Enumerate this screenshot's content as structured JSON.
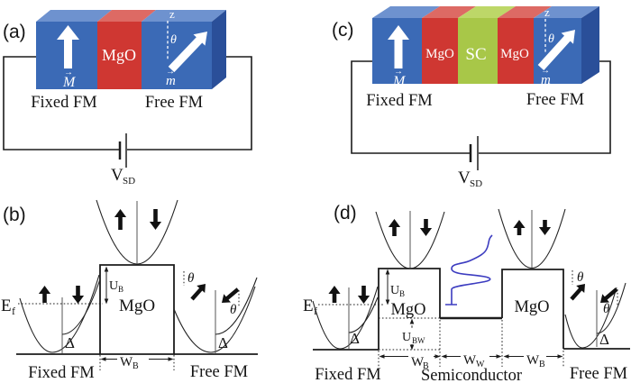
{
  "colors": {
    "blue_front": "#3b6ab6",
    "blue_top": "#6e92cf",
    "blue_side": "#2a4f99",
    "red_front": "#cf3732",
    "red_top": "#dd6a64",
    "green_front": "#a8c748",
    "green_top": "#bdd768",
    "resonance": "#3c3cc0",
    "ink": "#1c1c1c"
  },
  "labels": {
    "panel_a": "(a)",
    "panel_b": "(b)",
    "panel_c": "(c)",
    "panel_d": "(d)",
    "mgo": "MgO",
    "sc": "SC",
    "fixed_fm": "Fixed FM",
    "free_fm": "Free FM",
    "semiconductor": "Semiconductor",
    "m_big": "M",
    "m_small": "m",
    "vec_arrow": "→",
    "z": "z",
    "theta": "θ",
    "delta": "Δ",
    "v": "V",
    "v_sub": "SD",
    "e": "E",
    "e_sub": "f",
    "u": "U",
    "u_sub_b": "B",
    "u_sub_bw": "BW",
    "w": "W",
    "w_sub_b": "B",
    "w_sub_w": "W"
  }
}
